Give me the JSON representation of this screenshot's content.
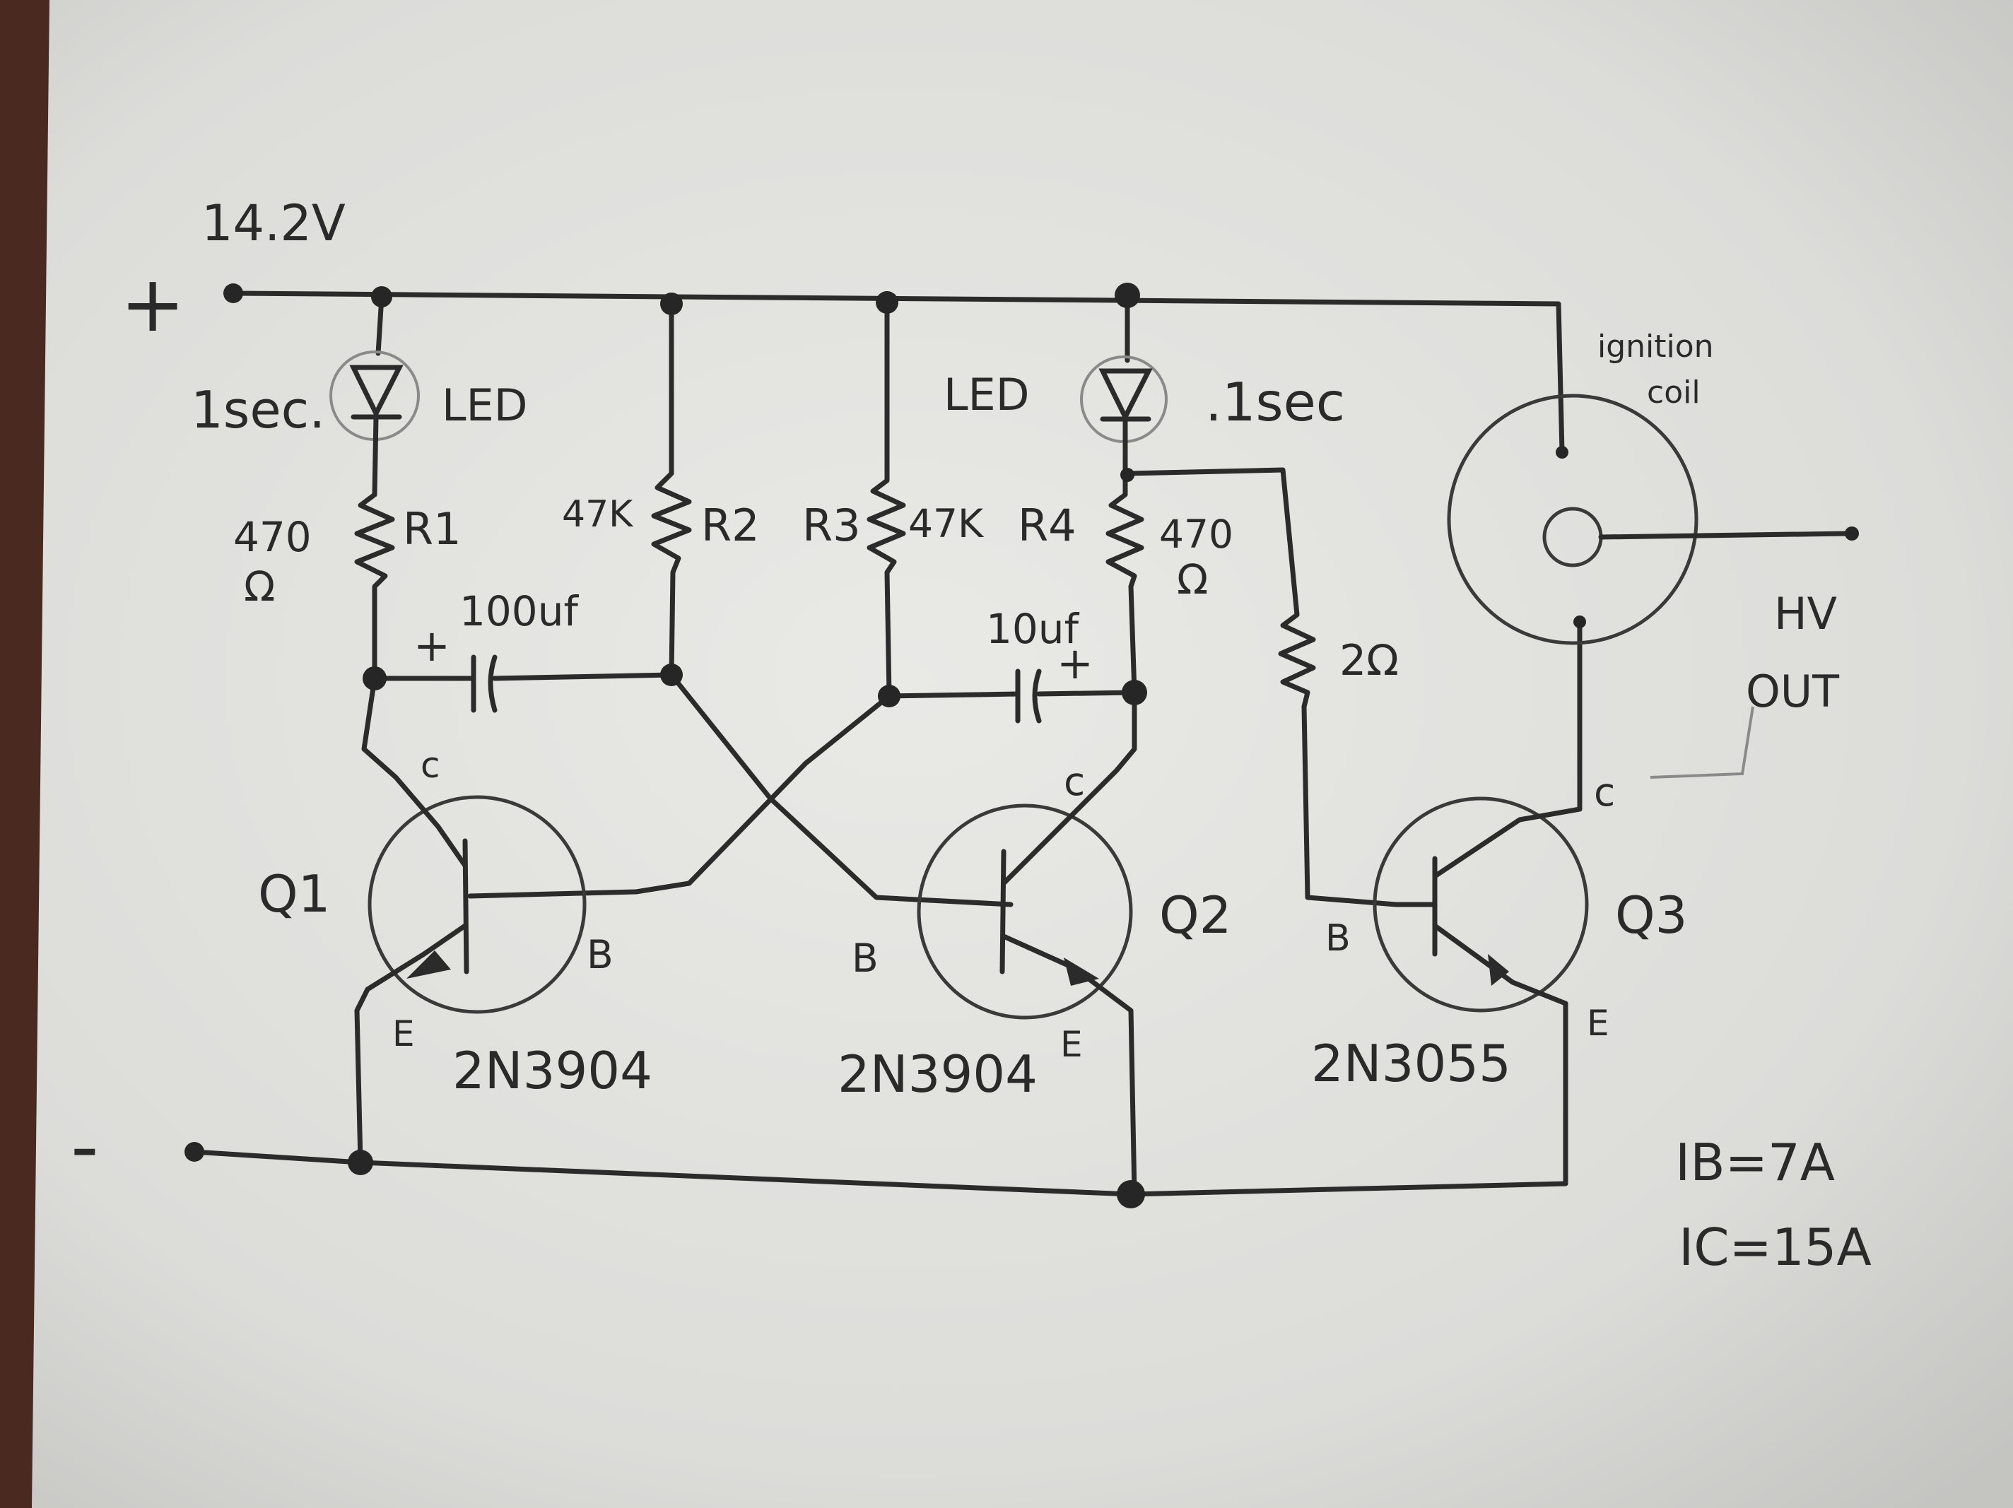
{
  "supply_voltage": "14.2V",
  "plus_sign": "+",
  "minus_sign": "-",
  "led1": {
    "label": "LED",
    "timing": "1sec."
  },
  "led2": {
    "label": "LED",
    "timing": ".1sec"
  },
  "r1": {
    "name": "R1",
    "value": "470",
    "unit": "Ω"
  },
  "r2": {
    "name": "R2",
    "value": "47K"
  },
  "r3": {
    "name": "R3",
    "value": "47K"
  },
  "r4": {
    "name": "R4",
    "value": "470",
    "unit": "Ω"
  },
  "r5": {
    "value": "2Ω"
  },
  "c1": {
    "value": "100uf",
    "polarity": "+"
  },
  "c2": {
    "value": "10uf",
    "polarity": "+"
  },
  "q1": {
    "name": "Q1",
    "part": "2N3904",
    "pin_c": "c",
    "pin_b": "B",
    "pin_e": "E"
  },
  "q2": {
    "name": "Q2",
    "part": "2N3904",
    "pin_c": "c",
    "pin_b": "B",
    "pin_e": "E"
  },
  "q3": {
    "name": "Q3",
    "part": "2N3055",
    "pin_c": "c",
    "pin_b": "B",
    "pin_e": "E"
  },
  "coil": {
    "label_line1": "ignition",
    "label_line2": "coil"
  },
  "hv_out": {
    "line1": "HV",
    "line2": "OUT"
  },
  "notes": {
    "ib": "IB=7A",
    "ic": "IC=15A"
  }
}
